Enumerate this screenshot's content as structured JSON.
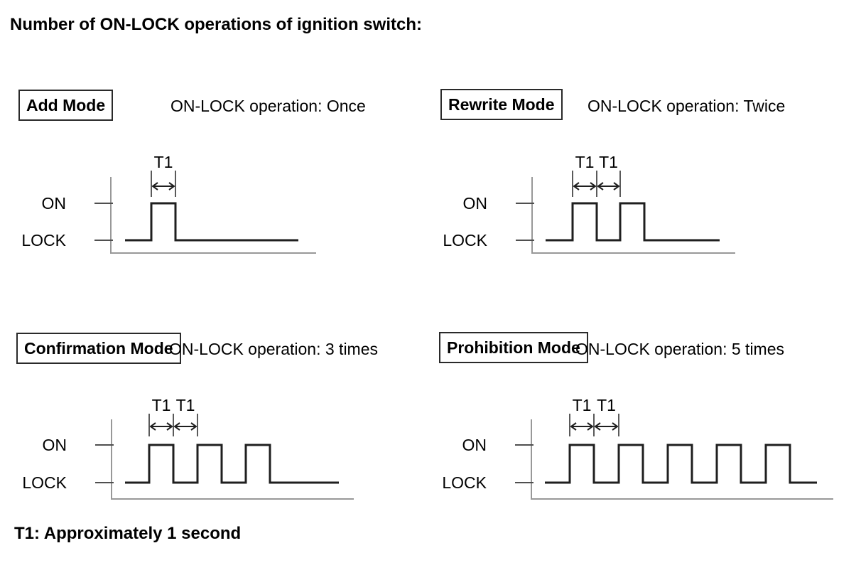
{
  "title": "Number of ON-LOCK operations of ignition switch:",
  "note": "T1: Approximately 1 second",
  "axis_labels": {
    "on": "ON",
    "lock": "LOCK"
  },
  "t1_label": "T1",
  "colors": {
    "text": "#000000",
    "waveform_line": "#1f1f1f",
    "axis_line": "#989898",
    "tick_line": "#4f4f4f",
    "extension_line": "#5a5a5a",
    "arrow_line": "#1f1f1f",
    "background": "#ffffff"
  },
  "panels": [
    {
      "id": "add-mode",
      "mode_label": "Add Mode",
      "operation_label": "ON-LOCK operation: Once",
      "pulse_count": 1,
      "t1_labels": [
        "T1"
      ]
    },
    {
      "id": "rewrite-mode",
      "mode_label": "Rewrite Mode",
      "operation_label": "ON-LOCK operation: Twice",
      "pulse_count": 2,
      "t1_labels": [
        "T1",
        "T1"
      ]
    },
    {
      "id": "confirmation-mode",
      "mode_label": "Confirmation Mode",
      "operation_label": "ON-LOCK operation: 3 times",
      "pulse_count": 3,
      "t1_labels": [
        "T1",
        "T1"
      ]
    },
    {
      "id": "prohibition-mode",
      "mode_label": "Prohibition Mode",
      "operation_label": "ON-LOCK operation: 5 times",
      "pulse_count": 5,
      "t1_labels": [
        "T1",
        "T1"
      ]
    }
  ]
}
